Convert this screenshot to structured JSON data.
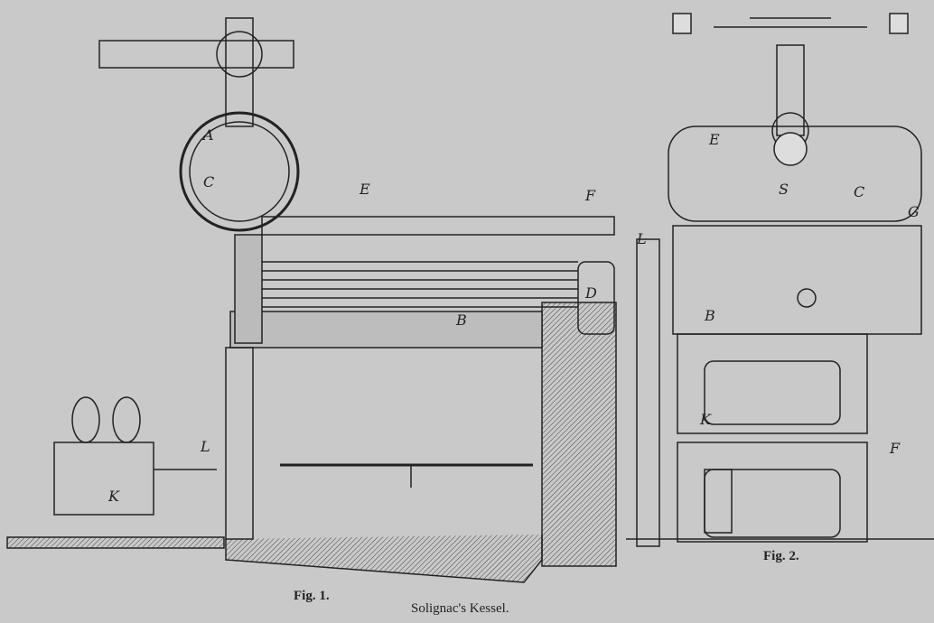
{
  "figures": {
    "fig1_caption": "Fig. 1.",
    "fig2_caption": "Fig. 2.",
    "title": "Solignac's Kessel."
  },
  "labels": {
    "fig1": [
      "A",
      "C",
      "B",
      "D",
      "E",
      "F",
      "K",
      "L"
    ],
    "fig2": [
      "E",
      "G",
      "F",
      "K",
      "L",
      "C",
      "B",
      "S"
    ]
  }
}
